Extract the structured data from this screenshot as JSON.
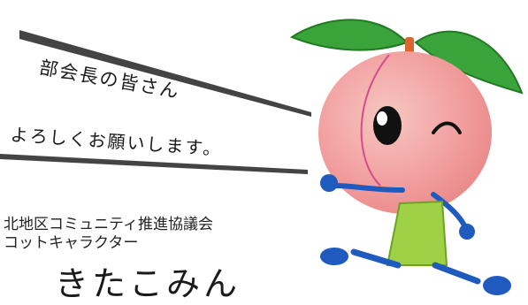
{
  "speech": {
    "line1": "部会長の皆さん",
    "line2": "よろしくお願いします。"
  },
  "caption": {
    "council": "北地区コミュニティ推進協議会",
    "role": "コットキャラクター",
    "name": "きたこみん"
  },
  "colors": {
    "peach": "#f5a3a3",
    "leaf": "#3aa33a",
    "body": "#9fd146",
    "limb": "#1f5bbf",
    "line": "#444444"
  },
  "icons": [
    "peach-mascot-illustration",
    "speech-bubble-lines"
  ]
}
